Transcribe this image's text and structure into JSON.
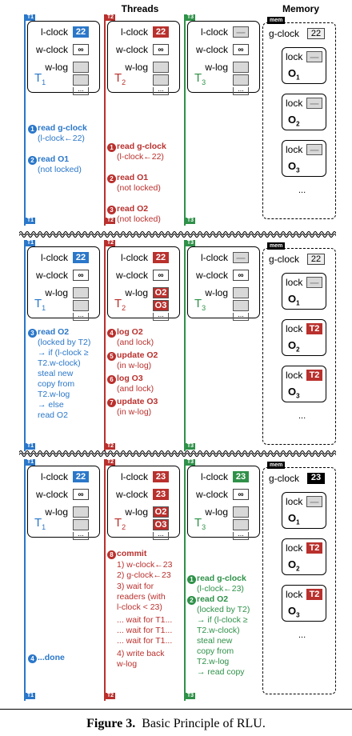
{
  "headers": {
    "threads": "Threads",
    "memory": "Memory"
  },
  "thread_tags": {
    "t1": "T1",
    "t2": "T2",
    "t3": "T3",
    "mem": "mem"
  },
  "labels": {
    "lclock": "l-clock",
    "wclock": "w-clock",
    "wlog": "w-log",
    "gclock": "g-clock",
    "lock": "lock",
    "inf": "∞",
    "dash": "—",
    "dots": "...",
    "ellipsis": "..."
  },
  "thread_names": {
    "t1": "T",
    "t2": "T",
    "t3": "T",
    "s1": "1",
    "s2": "2",
    "s3": "3"
  },
  "objects": {
    "o": "O",
    "s1": "1",
    "s2": "2",
    "s3": "3"
  },
  "panels": [
    {
      "lclock": [
        "22",
        "22",
        "—"
      ],
      "wclock": [
        "∞",
        "∞",
        "∞"
      ],
      "gclock": "22",
      "locks": [
        "—",
        "—",
        "—"
      ],
      "t1_steps": [
        {
          "n": "1",
          "t": "read g-clock"
        },
        {
          "t": "(l-clock←22)"
        },
        {
          "n": "2",
          "t": "read O1"
        },
        {
          "t": "(not locked)"
        }
      ],
      "t2_steps": [
        {
          "n": "1",
          "t": "read g-clock"
        },
        {
          "t": "(l-clock←22)"
        },
        {
          "n": "2",
          "t": "read O1"
        },
        {
          "t": "(not locked)"
        },
        {
          "n": "3",
          "t": "read O2"
        },
        {
          "t": "(not locked)"
        }
      ]
    },
    {
      "lclock": [
        "22",
        "22",
        "—"
      ],
      "wclock": [
        "∞",
        "∞",
        "∞"
      ],
      "gclock": "22",
      "wlog_t2": [
        "O2",
        "O3"
      ],
      "locks": [
        "—",
        "T2",
        "T2"
      ],
      "t1_steps": [
        {
          "n": "3",
          "t": "read O2"
        },
        {
          "t": "(locked by T2)"
        },
        {
          "t": "→ if (l-clock ≥"
        },
        {
          "t": "T2.w-clock)"
        },
        {
          "t": "steal new"
        },
        {
          "t": "copy from"
        },
        {
          "t": "T2.w-log"
        },
        {
          "t": "→ else"
        },
        {
          "t": "read O2"
        }
      ],
      "t2_steps": [
        {
          "n": "4",
          "t": "log O2"
        },
        {
          "t": "(and lock)"
        },
        {
          "n": "5",
          "t": "update O2"
        },
        {
          "t": "(in w-log)"
        },
        {
          "n": "6",
          "t": "log O3"
        },
        {
          "t": "(and lock)"
        },
        {
          "n": "7",
          "t": "update O3"
        },
        {
          "t": "(in w-log)"
        }
      ]
    },
    {
      "lclock": [
        "22",
        "23",
        "23"
      ],
      "wclock": [
        "∞",
        "23",
        "∞"
      ],
      "gclock": "23",
      "wlog_t2": [
        "O2",
        "O3"
      ],
      "locks": [
        "—",
        "T2",
        "T2"
      ],
      "t1_steps": [
        {
          "n": "4",
          "t": "...done"
        }
      ],
      "t2_steps": [
        {
          "n": "8",
          "t": "commit"
        },
        {
          "t": "1) w-clock←23"
        },
        {
          "t": "2) g-clock←23"
        },
        {
          "t": "3) wait for"
        },
        {
          "t": "readers (with"
        },
        {
          "t": "l-clock < 23)"
        },
        {
          "t": "... wait for T1..."
        },
        {
          "t": "... wait for T1..."
        },
        {
          "t": "... wait for T1..."
        },
        {
          "t": "4) write back"
        },
        {
          "t": "w-log"
        }
      ],
      "t3_steps": [
        {
          "n": "1",
          "t": "read g-clock"
        },
        {
          "t": "(l-clock←23)"
        },
        {
          "n": "2",
          "t": "read O2"
        },
        {
          "t": "(locked by T2)"
        },
        {
          "t": "→ if (l-clock ≥"
        },
        {
          "t": "T2.w-clock)"
        },
        {
          "t": "steal new"
        },
        {
          "t": "copy from"
        },
        {
          "t": "T2.w-log"
        },
        {
          "t": "→ read copy"
        }
      ]
    }
  ],
  "caption": {
    "bold": "Figure 3.",
    "text": "Basic Principle of RLU."
  },
  "colors": {
    "t1": "#2a77c9",
    "t2": "#b9302d",
    "t3": "#2e9148"
  }
}
